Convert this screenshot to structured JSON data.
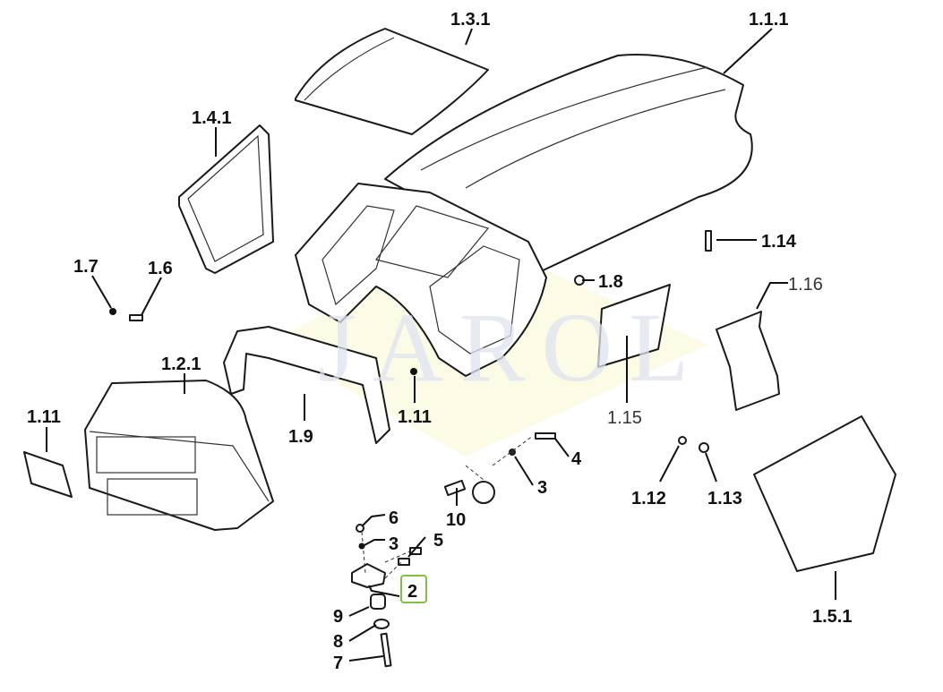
{
  "watermark": "JAROL",
  "colors": {
    "highlight_box": "#7dc242",
    "watermark_diamond": "#fbfbe6"
  },
  "labels": {
    "l_1_3_1": "1.3.1",
    "l_1_1_1": "1.1.1",
    "l_1_4_1": "1.4.1",
    "l_1_14": "1.14",
    "l_1_7": "1.7",
    "l_1_6": "1.6",
    "l_1_8": "1.8",
    "l_1_16": "1.16",
    "l_1_2_1": "1.2.1",
    "l_1_11_left": "1.11",
    "l_1_9": "1.9",
    "l_1_11_center": "1.11",
    "l_1_15": "1.15",
    "l_4": "4",
    "l_3_upper": "3",
    "l_1_12": "1.12",
    "l_1_13": "1.13",
    "l_10": "10",
    "l_6": "6",
    "l_3_lower": "3",
    "l_5": "5",
    "l_2": "2",
    "l_9": "9",
    "l_8": "8",
    "l_7": "7",
    "l_1_5_1": "1.5.1"
  }
}
